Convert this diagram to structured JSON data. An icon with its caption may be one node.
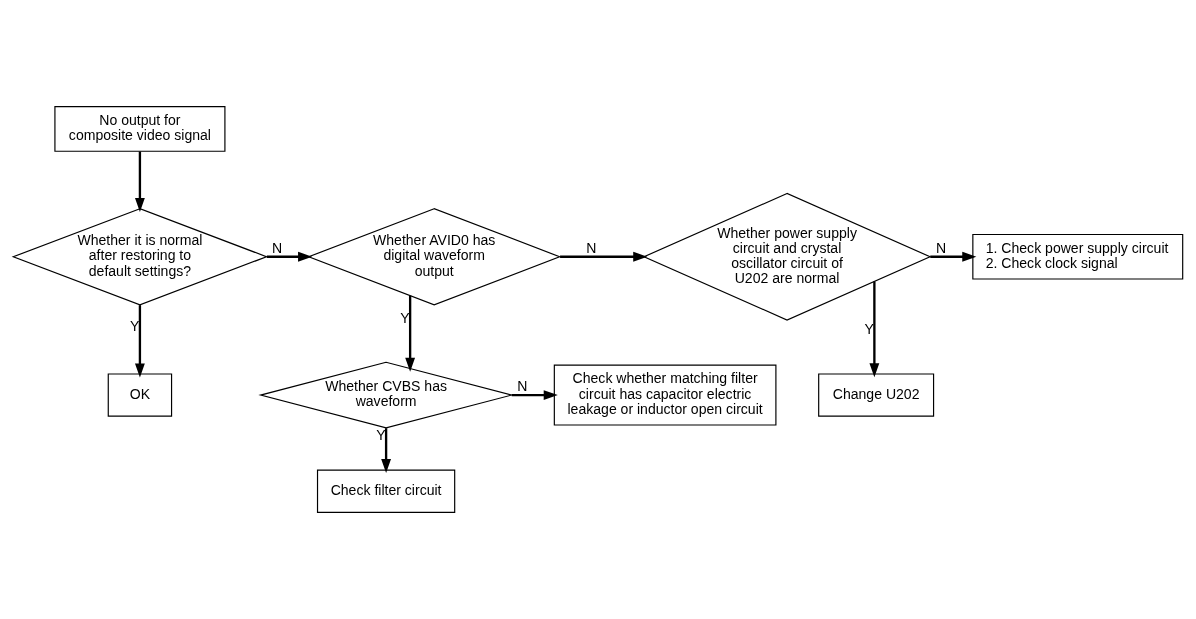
{
  "diagram": {
    "nodes": [
      {
        "text": [
          "No output for composite video signal"
        ]
      },
      {
        "text": [
          "Whether it is normal after restoring to default settings?"
        ]
      },
      {
        "text": [
          "OK"
        ]
      },
      {
        "text": [
          "Whether AVID0 has digital waveform output"
        ]
      },
      {
        "text": [
          "Whether power supply circuit and crystal oscillator circuit of U202 are normal"
        ]
      },
      {
        "text": [
          "1. Check power supply circuit",
          "2. Check clock signal"
        ]
      },
      {
        "text": [
          "Change U202"
        ]
      },
      {
        "text": [
          "Whether CVBS has waveform"
        ]
      },
      {
        "text": [
          "Check whether matching filter circuit has capacitor electric leakage or inductor open circuit"
        ]
      },
      {
        "text": [
          "Check filter circuit"
        ]
      }
    ],
    "edges": [
      {
        "from": 0,
        "to": 1,
        "arrow": "to"
      },
      {
        "from": 1,
        "to": 3,
        "arrow": "to",
        "label": "N"
      },
      {
        "from": 1,
        "to": 2,
        "arrow": "to",
        "label": "Y"
      },
      {
        "from": 3,
        "to": 4,
        "arrow": "to",
        "label": "N"
      },
      {
        "from": 4,
        "to": 5,
        "arrow": "to",
        "label": "N"
      },
      {
        "from": 4,
        "to": 6,
        "arrow": "to",
        "label": "Y"
      },
      {
        "from": 3,
        "to": 7,
        "arrow": "to",
        "label": "Y"
      },
      {
        "from": 7,
        "to": 8,
        "arrow": "to",
        "label": "N"
      },
      {
        "from": 7,
        "to": 9,
        "arrow": "to",
        "label": "Y"
      }
    ]
  }
}
